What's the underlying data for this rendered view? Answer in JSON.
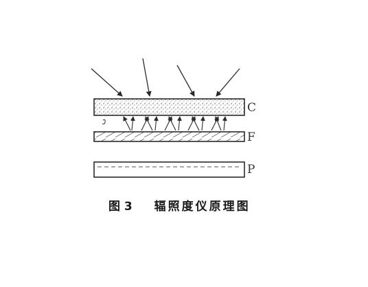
{
  "diagram": {
    "plates": [
      {
        "label": "C"
      },
      {
        "label": "F"
      },
      {
        "label": "P"
      }
    ],
    "caption": {
      "number": "图 3",
      "title": "辐照度仪原理图"
    }
  },
  "colors": {
    "ink": "#2a2a2a",
    "paper": "#ffffff",
    "stipple": "#555555"
  }
}
